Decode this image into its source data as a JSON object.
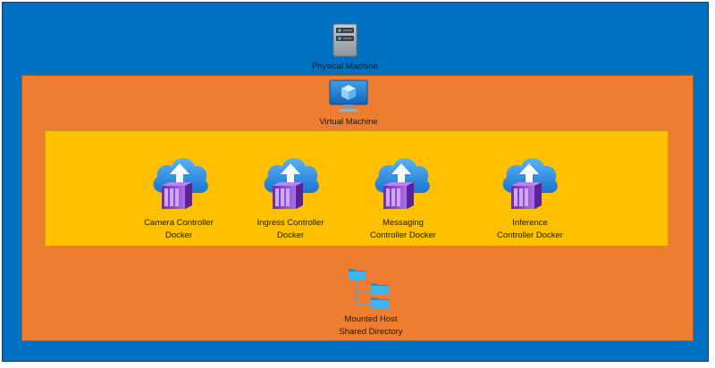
{
  "physical_machine": {
    "label": "Physical Machine",
    "icon": "server-icon"
  },
  "virtual_machine": {
    "label": "Virtual Machine",
    "icon": "monitor-cube-icon"
  },
  "containers": [
    {
      "label": "Camera Controller\nDocker",
      "icon": "container-cloud-icon"
    },
    {
      "label": "Ingress Controller\nDocker",
      "icon": "container-cloud-icon"
    },
    {
      "label": "Messaging\nController Docker",
      "icon": "container-cloud-icon"
    },
    {
      "label": "Inference\nController Docker",
      "icon": "container-cloud-icon"
    }
  ],
  "shared_directory": {
    "label": "Mounted Host\nShared Directory",
    "icon": "folder-tree-icon"
  },
  "colors": {
    "physical": "#0070c0",
    "virtual": "#ed7d31",
    "docker_area": "#ffc000",
    "cloud": "#2e8fe0",
    "container": "#8e3fd1"
  }
}
